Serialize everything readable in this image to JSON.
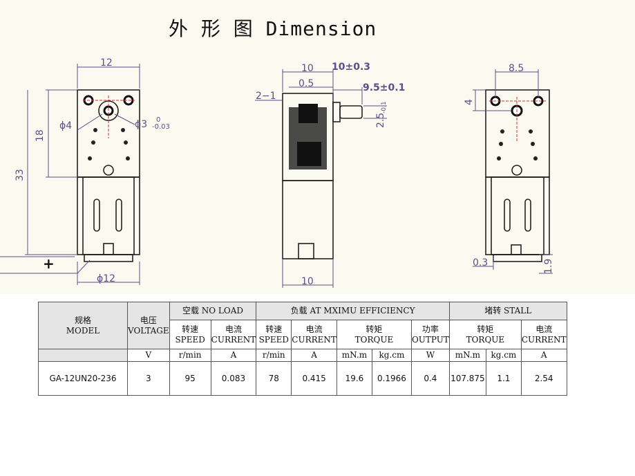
{
  "title": "外 形 图 Dimension",
  "dimensions": {
    "front": {
      "width_top": "12",
      "height_18": "18",
      "height_33": "33",
      "hole_4": "ϕ4",
      "hole_3": "ϕ3",
      "tol_upper": "0",
      "tol_lower": "-0.03",
      "bottom_dia": "ϕ12",
      "plus": "+"
    },
    "side": {
      "d10": "10",
      "d10_tol": "10±0.3",
      "d05": "0.5",
      "d21": "2−1",
      "d95": "9.5±0.1",
      "d25": "2.5",
      "d25_tol": "-0.1",
      "bottom": "10"
    },
    "back": {
      "d85": "8.5",
      "d4": "4",
      "d03": "0.3",
      "d19": "1.9"
    }
  },
  "table": {
    "head": {
      "model_cn": "规格",
      "model_en": "MODEL",
      "voltage_cn": "电压",
      "voltage_en": "VOLTAGE",
      "noload": "空载 NO LOAD",
      "maxeff": "负载 AT MXIMU EFFICIENCY",
      "stall": "堵转 STALL",
      "speed_cn": "转速",
      "speed_en": "SPEED",
      "current_cn": "电流",
      "current_en": "CURRENT",
      "torque_cn": "转矩",
      "torque_en": "TORQUE",
      "output_cn": "功率",
      "output_en": "OUTPUT"
    },
    "units": {
      "v": "V",
      "rmin": "r/min",
      "a": "A",
      "mnm": "mN.m",
      "kgcm": "kg.cm",
      "w": "W"
    },
    "row": {
      "model": "GA-12UN20-236",
      "voltage": "3",
      "nl_speed": "95",
      "nl_current": "0.083",
      "me_speed": "78",
      "me_current": "0.415",
      "me_torque_mnm": "19.6",
      "me_torque_kgcm": "0.1966",
      "me_output": "0.4",
      "st_torque_mnm": "107.875",
      "st_torque_kgcm": "1.1",
      "st_current": "2.54"
    }
  }
}
